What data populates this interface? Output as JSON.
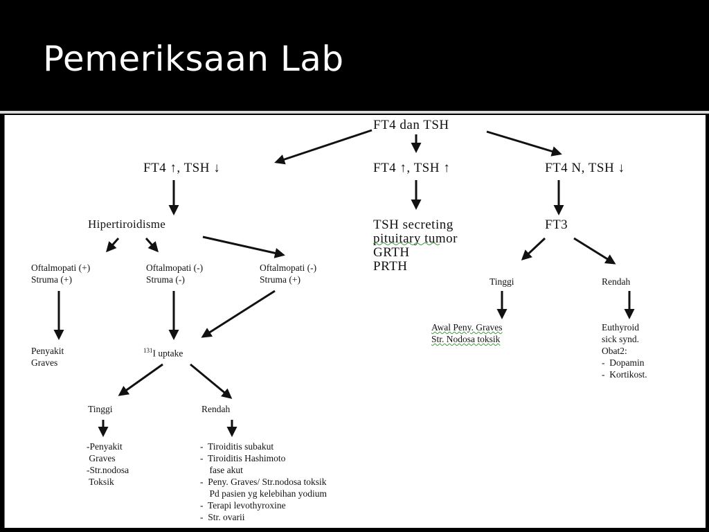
{
  "slide": {
    "title": "Pemeriksaan Lab"
  },
  "diagram": {
    "root": "FT4 dan TSH",
    "branch_left": "FT4 ↑, TSH ↓",
    "branch_mid": "FT4 ↑, TSH ↑",
    "branch_right": "FT4 N, TSH ↓",
    "hipertiroidisme": "Hipertiroidisme",
    "tsh_secreting": "TSH secreting\npituitary tumor\nGRTH\nPRTH",
    "ft3": "FT3",
    "ofta_pos_struma_pos": "Oftalmopati (+)\nStruma (+)",
    "ofta_neg_struma_neg": "Oftalmopati (-)\nStruma (-)",
    "ofta_neg_struma_pos": "Oftalmopati (-)\nStruma (+)",
    "penyakit_graves": "Penyakit\nGraves",
    "uptake_sup": "131",
    "uptake": "I uptake",
    "uptake_tinggi": "Tinggi",
    "uptake_rendah": "Rendah",
    "tinggi_result": "-Penyakit\n Graves\n-Str.nodosa\n Toksik",
    "rendah_result": "-  Tiroiditis subakut\n-  Tiroiditis Hashimoto\n    fase akut\n-  Peny. Graves/ Str.nodosa toksik\n    Pd pasien yg kelebihan yodium\n-  Terapi levothyroxine\n-  Str. ovarii",
    "ft3_tinggi": "Tinggi",
    "ft3_rendah": "Rendah",
    "ft3_tinggi_result": "Awal Peny. Graves\nStr. Nodosa toksik",
    "ft3_rendah_result": "Euthyroid\nsick synd.\nObat2:\n-  Dopamin\n-  Kortikost."
  }
}
